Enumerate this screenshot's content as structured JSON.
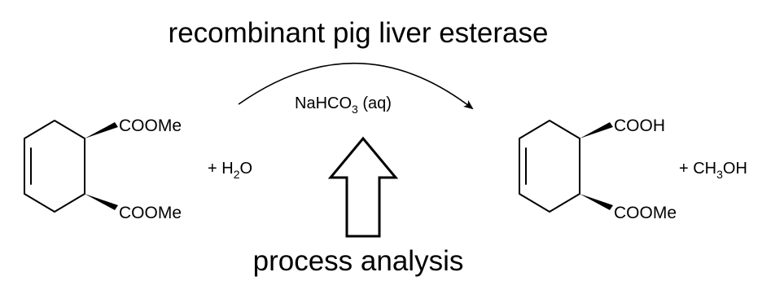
{
  "catalyst": {
    "label": "recombinant pig liver esterase"
  },
  "conditions": {
    "reagent_main": "NaHCO",
    "reagent_subscript": "3",
    "reagent_suffix": " (aq)"
  },
  "analysis": {
    "label": "process analysis"
  },
  "reactant": {
    "upper_group": "COOMe",
    "lower_group": "COOMe"
  },
  "water": {
    "prefix": "+ H",
    "subscript": "2",
    "suffix": "O"
  },
  "product": {
    "upper_group": "COOH",
    "lower_group": "COOMe"
  },
  "methanol": {
    "prefix": "+ CH",
    "subscript": "3",
    "suffix": "OH"
  },
  "colors": {
    "ink": "#000000",
    "background": "#ffffff"
  },
  "icons": {
    "process_arrow": "hollow-up-arrow-icon",
    "reaction_arrow": "curved-arrow-icon"
  }
}
